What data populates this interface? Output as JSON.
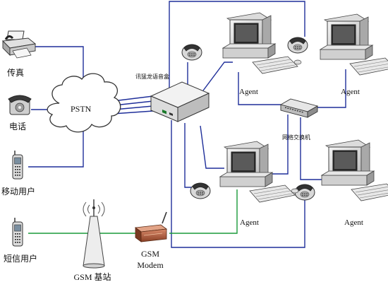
{
  "labels": {
    "fax": "传真",
    "phone": "电话",
    "mobile_user": "移动用户",
    "sms_user": "短信用户",
    "pstn": "PSTN",
    "voice_box": "讯猛龙语音盒",
    "gsm_station": "GSM 基站",
    "gsm_modem_line1": "GSM",
    "gsm_modem_line2": "Modem",
    "network_switch": "网络交换机",
    "agent_top_left": "Agent",
    "agent_top_right": "Agent",
    "agent_bottom_left": "Agent",
    "agent_bottom_right": "Agent"
  },
  "colors": {
    "line": "#1f2f9a",
    "gsm_line": "#1a9a3a",
    "cloud_fill": "#ffffff",
    "cloud_stroke": "#333333",
    "device_body": "#ececec",
    "device_dark": "#555555"
  },
  "icons": [
    "fax-icon",
    "telephone-icon",
    "mobile-phone-icon",
    "sms-phone-icon",
    "pstn-cloud-icon",
    "voice-box-icon",
    "gsm-tower-icon",
    "gsm-modem-icon",
    "network-switch-icon",
    "computer-icon",
    "desk-phone-icon"
  ]
}
